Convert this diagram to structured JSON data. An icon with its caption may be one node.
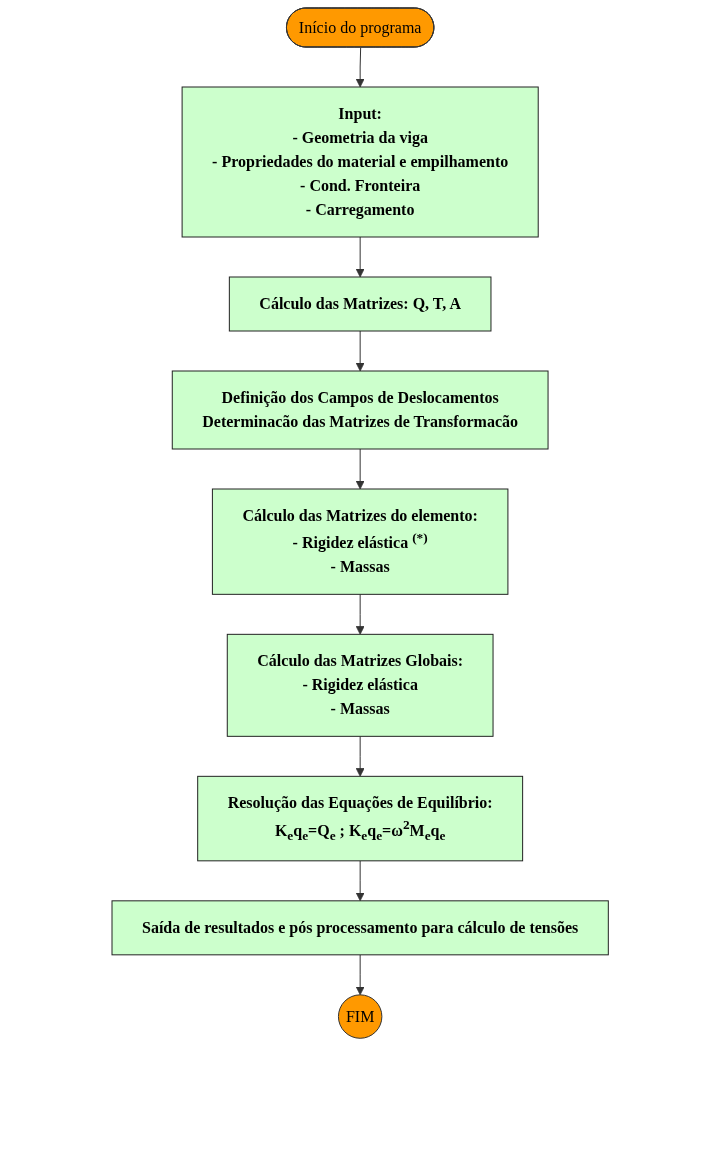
{
  "diagram": {
    "nodes": [
      {
        "text": [
          "Início do programa"
        ]
      },
      {
        "text": [
          "Input:",
          "- Geometria da viga",
          "- Propriedades do material e empilhamento",
          "- Cond. Fronteira",
          "- Carregamento"
        ]
      },
      {
        "text": [
          "Cálculo das Matrizes: Q, T, A"
        ]
      },
      {
        "text": [
          "Definição dos Campos de Deslocamentos",
          "Determinacão das Matrizes de Transformacão"
        ]
      },
      {
        "text": [
          "Cálculo das Matrizes do elemento:",
          "- Rigidez elástica $^{(*)}$",
          "- Massas"
        ]
      },
      {
        "text": [
          "Cálculo das Matrizes Globais:",
          "- Rigidez elástica",
          "- Massas"
        ]
      },
      {
        "text": [
          "Resolução das Equações de Equilíbrio:",
          "K$_{e}$q$_{e}$=Q$_{e}$ ; K$_{e}$q$_{e}$=ω$^{2}$M$_{e}$q$_{e}$"
        ]
      },
      {
        "text": [
          "Saída de resultados e pós processamento para cálculo de tensões"
        ]
      },
      {
        "text": [
          "FIM"
        ]
      }
    ],
    "edges": [
      {
        "from": 0,
        "to": 1,
        "arrow": "to"
      },
      {
        "from": 1,
        "to": 2,
        "arrow": "to"
      },
      {
        "from": 2,
        "to": 3,
        "arrow": "to"
      },
      {
        "from": 3,
        "to": 4,
        "arrow": "to"
      },
      {
        "from": 4,
        "to": 5,
        "arrow": "to"
      },
      {
        "from": 5,
        "to": 6,
        "arrow": "to"
      },
      {
        "from": 6,
        "to": 7,
        "arrow": "to"
      },
      {
        "from": 7,
        "to": 8,
        "arrow": "to"
      }
    ]
  }
}
